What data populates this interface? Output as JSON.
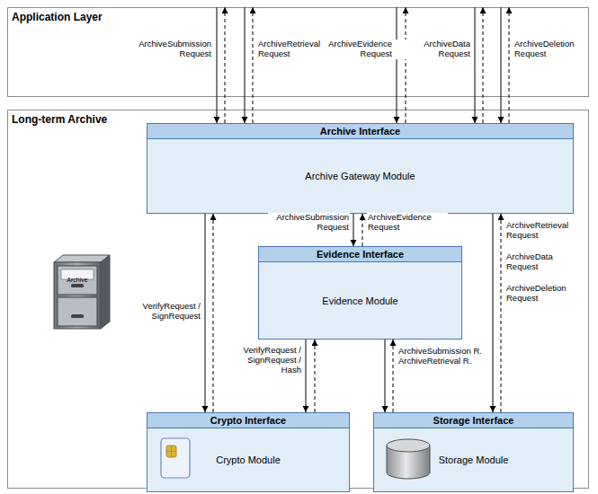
{
  "diagram": {
    "nodes": [
      {
        "text": [
          "Application Layer"
        ]
      },
      {
        "text": [
          "Long-term Archive"
        ]
      },
      {
        "text": [
          "Archive Interface",
          "Archive Gateway Module"
        ],
        "in": 1
      },
      {
        "text": [
          "Evidence Interface",
          "Evidence Module"
        ],
        "in": 1
      },
      {
        "text": [
          "Crypto Interface",
          "Crypto Module"
        ],
        "in": 1
      },
      {
        "text": [
          "Storage Interface",
          "Storage Module"
        ],
        "in": 1
      }
    ],
    "edges": [
      {
        "from": 0,
        "to": 2,
        "arrow": "to",
        "label": "ArchiveSubmission Request"
      },
      {
        "from": 2,
        "to": 0,
        "arrow": "to"
      },
      {
        "from": 0,
        "to": 2,
        "arrow": "to",
        "label": "ArchiveRetrieval Request"
      },
      {
        "from": 2,
        "to": 0,
        "arrow": "to"
      },
      {
        "from": 0,
        "to": 2,
        "arrow": "to",
        "label": "ArchiveEvidence Request"
      },
      {
        "from": 2,
        "to": 0,
        "arrow": "to"
      },
      {
        "from": 0,
        "to": 2,
        "arrow": "to",
        "label": "ArchiveData Request"
      },
      {
        "from": 2,
        "to": 0,
        "arrow": "to"
      },
      {
        "from": 0,
        "to": 2,
        "arrow": "to",
        "label": "ArchiveDeletion Request"
      },
      {
        "from": 2,
        "to": 0,
        "arrow": "to"
      },
      {
        "from": 2,
        "to": 4,
        "arrow": "to",
        "label": "VerifyRequest / SignRequest"
      },
      {
        "from": 4,
        "to": 2,
        "arrow": "to"
      },
      {
        "from": 2,
        "to": 3,
        "arrow": "to",
        "label": "ArchiveSubmission Request"
      },
      {
        "from": 3,
        "to": 2,
        "arrow": "to",
        "label": "ArchiveEvidence Request"
      },
      {
        "from": 3,
        "to": 4,
        "arrow": "to",
        "label": "VerifyRequest / SignRequest / Hash"
      },
      {
        "from": 4,
        "to": 3,
        "arrow": "to"
      },
      {
        "from": 3,
        "to": 5,
        "arrow": "to",
        "label": "ArchiveSubmission R. ArchiveRetrieval R."
      },
      {
        "from": 5,
        "to": 3,
        "arrow": "to"
      },
      {
        "from": 2,
        "to": 5,
        "arrow": "to",
        "label": "ArchiveRetrieval Request"
      },
      {
        "from": 5,
        "to": 2,
        "arrow": "to"
      }
    ],
    "labels": [
      "ArchiveData Request",
      "ArchiveDeletion Request",
      "Archive"
    ]
  }
}
